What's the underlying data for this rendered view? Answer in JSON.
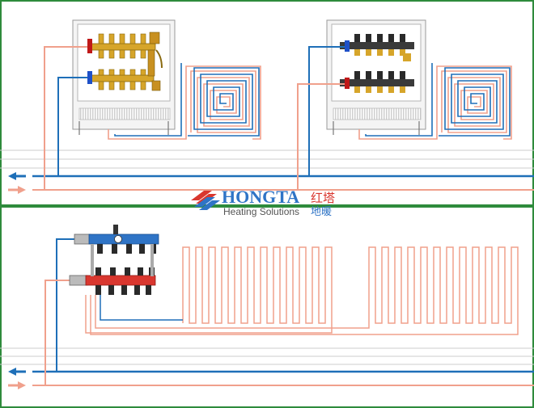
{
  "brand": {
    "name": "HONGTA",
    "tagline": "Heating Solutions",
    "cn_line1": "红塔",
    "cn_line2": "地暖"
  },
  "colors": {
    "frame": "#2e8b3c",
    "supply_pipe": "#1e6fb8",
    "return_pipe": "#f0a08c",
    "brass": "#d6a52a",
    "manifold_blue": "#2f74c6",
    "manifold_red": "#d9372f",
    "manifold_black": "#3a3a3a",
    "cabinet": "#f4f4f4"
  },
  "panels": [
    {
      "id": "top",
      "systems": [
        "brass-manifold-with-spiral-loop",
        "black-manifold-with-spiral-loop"
      ]
    },
    {
      "id": "bottom",
      "systems": [
        "blue-red-manifold-with-serpentine-loops"
      ]
    }
  ]
}
